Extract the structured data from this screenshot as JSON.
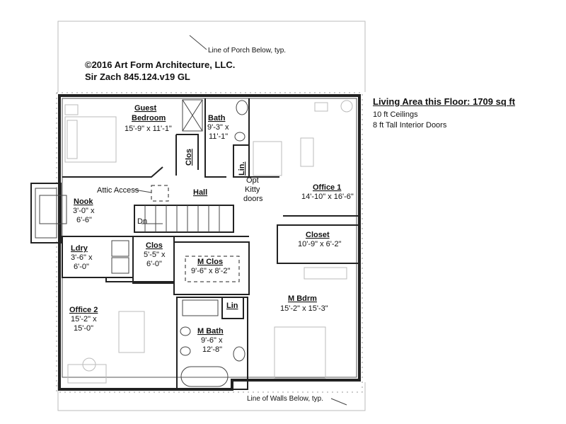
{
  "copyright": {
    "line1": "©2016 Art Form Architecture, LLC.",
    "line2": "Sir Zach 845.124.v19 GL"
  },
  "legend": {
    "title": "Living Area this Floor: 1709 sq ft",
    "ceilings": "10 ft Ceilings",
    "doors": "8 ft Tall Interior Doors"
  },
  "notes": {
    "porch": "Line of Porch Below, typ.",
    "walls": "Line of Walls Below, typ.",
    "attic": "Attic Access",
    "kitty_1": "Opt",
    "kitty_2": "Kitty",
    "kitty_3": "doors",
    "dn": "Dn"
  },
  "rooms": {
    "guest": {
      "name_1": "Guest",
      "name_2": "Bedroom",
      "dims": "15'-9\" x 11'-1\""
    },
    "bath": {
      "name": "Bath",
      "dims_1": "9'-3\" x",
      "dims_2": "11'-1\""
    },
    "clos_small": {
      "name": "Clos"
    },
    "lin_top": {
      "name": "Lin."
    },
    "hall": {
      "name": "Hall"
    },
    "office1": {
      "name": "Office 1",
      "dims": "14'-10\" x 16'-6\""
    },
    "nook": {
      "name": "Nook",
      "dims_1": "3'-0\" x",
      "dims_2": "6'-6\""
    },
    "closet": {
      "name": "Closet",
      "dims": "10'-9\" x 6'-2\""
    },
    "ldry": {
      "name": "Ldry",
      "dims_1": "3'-6\" x",
      "dims_2": "6'-0\""
    },
    "clos_mid": {
      "name": "Clos",
      "dims_1": "5'-5\" x",
      "dims_2": "6'-0\""
    },
    "mclos": {
      "name": "M Clos",
      "dims": "9'-6\" x 8'-2\""
    },
    "mbdrm": {
      "name": "M Bdrm",
      "dims": "15'-2\" x 15'-3\""
    },
    "office2": {
      "name": "Office 2",
      "dims_1": "15'-2\" x",
      "dims_2": "15'-0\""
    },
    "lin_bath": {
      "name": "Lin"
    },
    "mbath": {
      "name": "M Bath",
      "dims_1": "9'-6\" x",
      "dims_2": "12'-8\""
    }
  }
}
